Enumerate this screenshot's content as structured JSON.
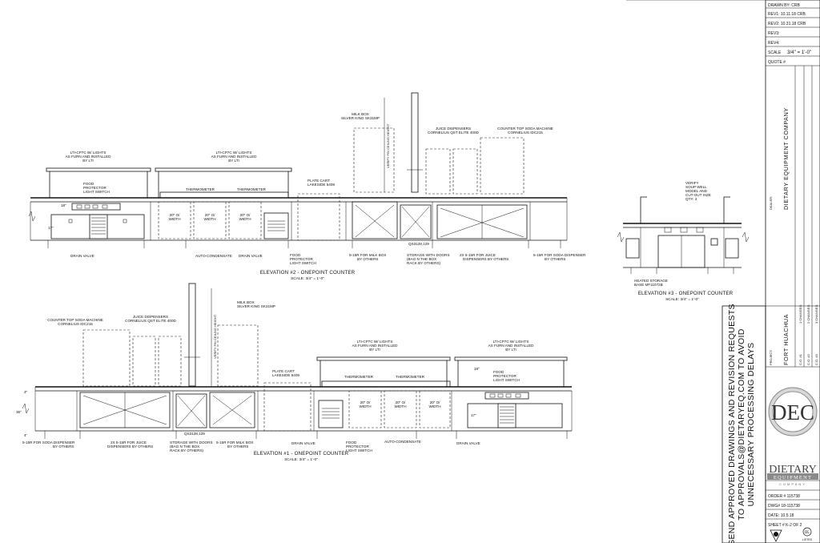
{
  "elevation2": {
    "title": "ELEVATION #2 - ONEPOINT COUNTER",
    "scale": "SCALE: 3/4\" = 1'-0\"",
    "labels": {
      "lti_left": [
        "LTI-CP7C W/ LIGHTS",
        "AS FURN AND INSTALLED",
        "BY LTI"
      ],
      "lti_right": [
        "LTI-CP7C W/ LIGHTS",
        "AS FURN AND INSTALLED",
        "BY LTI"
      ],
      "food_protector": [
        "FOOD",
        "PROTECTOR",
        "LIGHT SWITCH"
      ],
      "thermometer_1": "THERMOMETER",
      "thermometer_2": "THERMOMETER",
      "plate_cart": [
        "PLATE CART",
        "LAKESIDE 5409"
      ],
      "milk_box": [
        "MILK BOX",
        "SILVER KING SK31MP"
      ],
      "ceiling": "VERIFY FIN CEILING HEIGHT",
      "juice": [
        "JUICE DISPENSERS",
        "CORNELIUS QST ELITE 400D"
      ],
      "soda_machine": [
        "COUNTER TOP SODA MACHINE",
        "CORNELIUS IDC215"
      ],
      "well_1": [
        "20\" O/",
        "WIDTH"
      ],
      "well_2": [
        "20\" O/",
        "WIDTH"
      ],
      "well_3": [
        "20\" O/",
        "WIDTH"
      ],
      "drain_valve_1": "DRAIN VALVE",
      "auto_condensate": "AUTO-CONDENSATE",
      "drain_valve_2": "DRAIN VALVE",
      "food_protector_2": [
        "FOOD",
        "PROTECTOR",
        "LIGHT SWITCH"
      ],
      "outlet_milk": [
        "5-15R FOR MILK BOX",
        "BY OTHERS"
      ],
      "qs": "QS3128,129",
      "storage": [
        "STORAGE WITH DOORS",
        "(BAG N THE BOX",
        "RACK BY OTHERS)"
      ],
      "outlet_juice": [
        "2X 5-15R FOR JUICE",
        "DISPENSERS BY OTHERS"
      ],
      "outlet_soda": [
        "5-15R FOR SODA DISPENSER",
        "BY OTHERS"
      ],
      "dim_a": "17\"",
      "dim_b": "18\""
    }
  },
  "elevation1": {
    "title": "ELEVATION #1 - ONEPOINT COUNTER",
    "scale": "SCALE: 3/4\" = 1'-0\"",
    "labels": {
      "soda_machine": [
        "COUNTER TOP SODA MACHINE",
        "CORNELIUS IDC215"
      ],
      "juice": [
        "JUICE DISPENSERS",
        "CORNELIUS QST ELITE 400D"
      ],
      "ceiling": "VERIFY FIN CEILING HEIGHT",
      "milk_box": [
        "MILK BOX",
        "SILVER KING SK31MP"
      ],
      "plate_cart": [
        "PLATE CART",
        "LAKESIDE 5409"
      ],
      "lti_left": [
        "LTI-CP7C W/ LIGHTS",
        "AS FURN AND INSTALLED",
        "BY LTI"
      ],
      "lti_right": [
        "LTI-CP7C W/ LIGHTS",
        "AS FURN AND INSTALLED",
        "BY LTI"
      ],
      "thermometer_1": "THERMOMETER",
      "thermometer_2": "THERMOMETER",
      "food_protector": [
        "FOOD",
        "PROTECTOR",
        "LIGHT SWITCH"
      ],
      "well_1": [
        "20\" O/",
        "WIDTH"
      ],
      "well_2": [
        "20\" O/",
        "WIDTH"
      ],
      "well_3": [
        "20\" O/",
        "WIDTH"
      ],
      "outlet_soda": [
        "5-15R FOR SODA DISPENSER",
        "BY OTHERS"
      ],
      "outlet_juice": [
        "2X 5-15R FOR JUICE",
        "DISPENSERS BY OTHERS"
      ],
      "storage": [
        "STORAGE WITH DOORS",
        "(BAG N THE BOX",
        "RACK BY OTHERS)"
      ],
      "qs": "QS3128,129",
      "outlet_milk": [
        "5-15R FOR MILK BOX",
        "BY OTHERS"
      ],
      "drain_valve_1": "DRAIN VALVE",
      "food_protector_2": [
        "FOOD",
        "PROTECTOR",
        "LIGHT SWITCH"
      ],
      "auto_condensate": "AUTO-CONDENSATE",
      "drain_valve_2": "DRAIN VALVE",
      "dim_a": "36\"",
      "dim_b": "3\"",
      "dim_c": "4\"",
      "dim_d": "17\"",
      "dim_e": "18\""
    }
  },
  "elevation3": {
    "title": "ELEVATION #3 - ONEPOINT COUNTER",
    "scale": "SCALE: 3/4\" = 1'-0\"",
    "labels": {
      "verify": [
        "VERIFY",
        "SOUP WELL",
        "MODEL AND",
        "CUT-OUT SIZE",
        "QTY: 3"
      ],
      "heated_storage": [
        "HEATED STORAGE",
        "BASE MF11072B"
      ]
    }
  },
  "notice": [
    "SEND APPROVED DRAWINGS AND REVISION REQUESTS",
    "TO APPROVALS@DIETARYEQ.COM TO AVOID",
    "UNNECESSARY PROCESSING DELAYS"
  ],
  "title_block": {
    "drawn_by": "DRAWN BY: CRB",
    "rev1": "REV1: 10.11.18 CRB",
    "rev2": "REV2: 10.31.18 CRB",
    "rev3": "REV3:",
    "rev4": "REV4:",
    "scale_label": "SCALE",
    "scale_value": "3/4\" = 1'-0\"",
    "quote": "QUOTE #",
    "dealer_label": "DEALER:",
    "dealer": "DIETARY EQUIPMENT COMPANY",
    "project_label": "PROJECT:",
    "project": "FORT HUACHUA",
    "co1": "C.O. #1",
    "co2": "C.O. #2",
    "co3": "C.O. #3",
    "changes1": "1 CHANGES:",
    "changes2": "2 CHANGES:",
    "changes3": "3 CHANGES:",
    "logo_mark": "DEC",
    "logo_word1": "DIETARY",
    "logo_word2": "EQUIPMENT",
    "logo_word3": "COMPANY",
    "order": "ORDER # 115738",
    "dwg": "DWG# 18-115738",
    "date": "DATE: 10.5.18",
    "sheet": "SHEET # K-2 OF 2",
    "listing": "LISTED"
  }
}
